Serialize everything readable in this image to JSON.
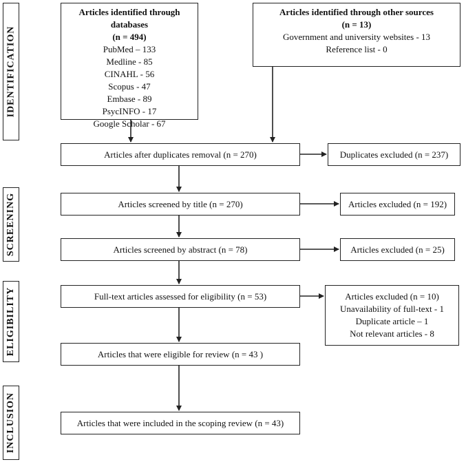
{
  "stages": {
    "identification": "IDENTIFICATION",
    "screening": "SCREENING",
    "eligibility": "ELIGIBILITY",
    "inclusion": "INCLUSION"
  },
  "databases": {
    "title": "Articles identified through databases",
    "count": "(n = 494)",
    "items": [
      "PubMed – 133",
      "Medline - 85",
      "CINAHL - 56",
      "Scopus - 47",
      "Embase - 89",
      "PsycINFO - 17",
      "Google Scholar - 67"
    ]
  },
  "other_sources": {
    "title": "Articles identified through other sources",
    "count": "(n = 13)",
    "items": [
      "Government and university websites - 13",
      "Reference list - 0"
    ]
  },
  "flow": {
    "after_duplicates": "Articles after duplicates removal (n = 270)",
    "duplicates_excluded": "Duplicates excluded (n = 237)",
    "screened_title": "Articles screened by title (n = 270)",
    "excluded_title": "Articles excluded (n = 192)",
    "screened_abstract": "Articles screened by abstract (n = 78)",
    "excluded_abstract": "Articles excluded (n = 25)",
    "fulltext_assessed": "Full-text articles assessed for eligibility (n = 53)",
    "fulltext_excluded": {
      "title": "Articles excluded (n = 10)",
      "items": [
        "Unavailability of full-text - 1",
        "Duplicate article – 1",
        "Not relevant articles - 8"
      ]
    },
    "eligible": "Articles that were eligible for review (n = 43 )",
    "included": "Articles that were included in the scoping review (n = 43)"
  }
}
